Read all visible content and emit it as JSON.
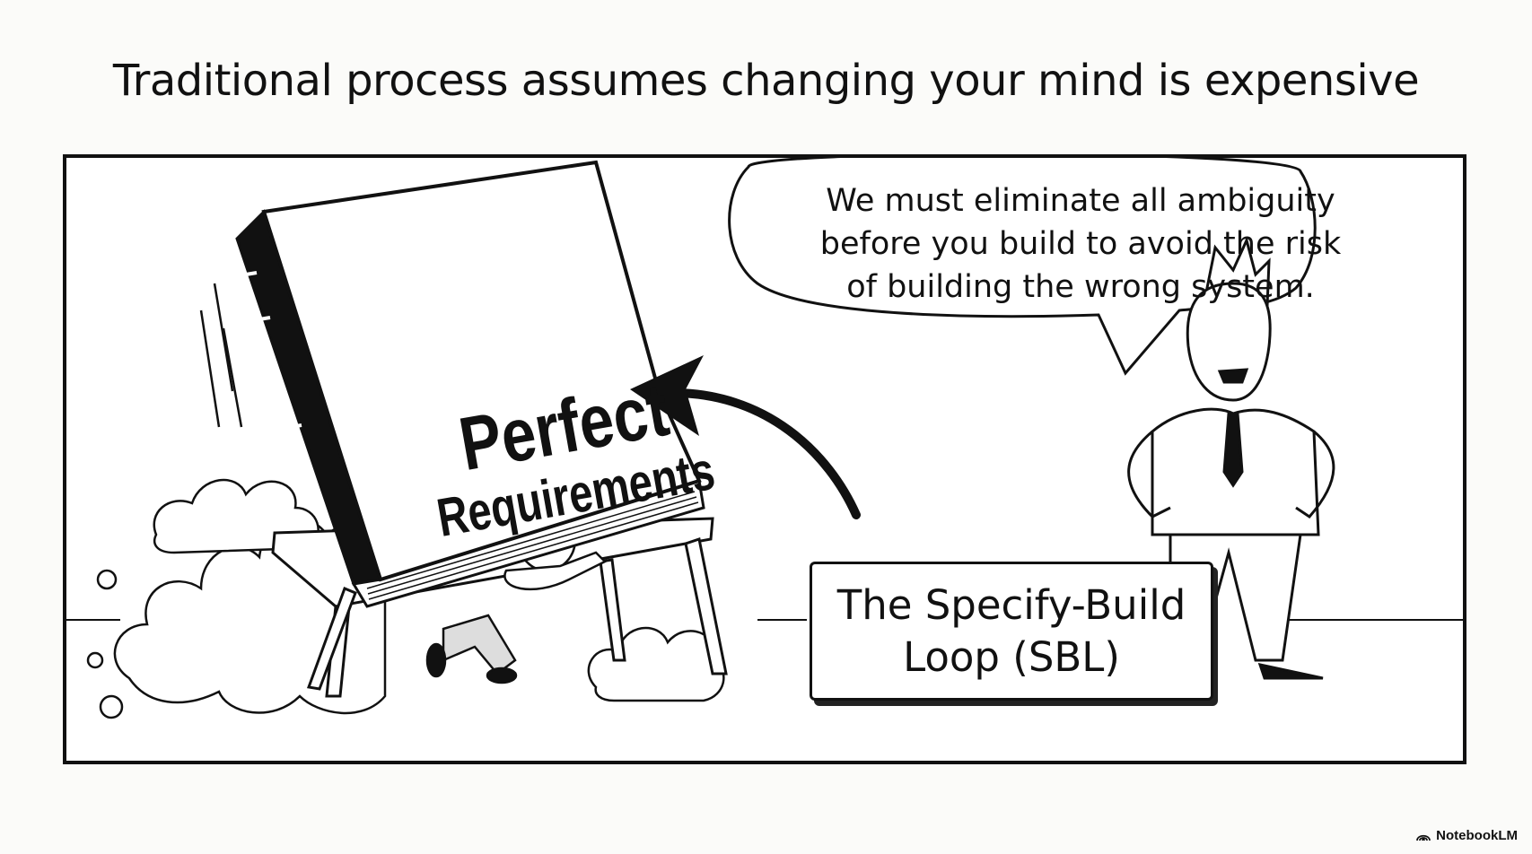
{
  "slide": {
    "title": "Traditional process assumes changing your mind is expensive"
  },
  "panel": {
    "book_title_line1": "Perfect",
    "book_title_line2": "Requirements",
    "speech_bubble_text": "We must eliminate all ambiguity before you build to avoid the risk of building the wrong system.",
    "label_box_text": "The Specify-Build\nLoop (SBL)"
  },
  "brand": {
    "name": "NotebookLM",
    "icon": "notebooklm-logo-icon"
  }
}
